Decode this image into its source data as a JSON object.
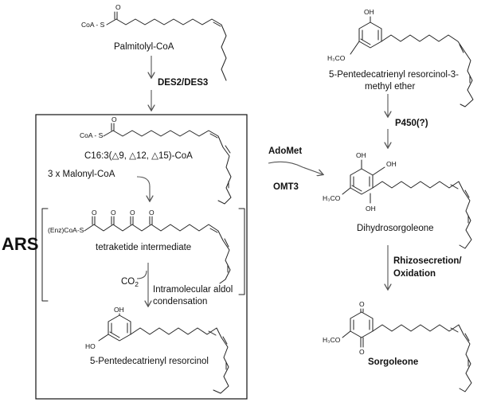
{
  "ars_label": "ARS",
  "compounds": {
    "palmitolyl": "Palmitolyl-CoA",
    "c163": "C16:3(△9, △12, △15)-CoA",
    "tetraketide": "tetraketide intermediate",
    "resorcinol": "5-Pentedecatrienyl resorcinol",
    "methyl_ether_line1": "5-Pentedecatrienyl resorcinol-3-",
    "methyl_ether_line2": "methyl ether",
    "dihydrosorgoleone": "Dihydrosorgoleone",
    "sorgoleone": "Sorgoleone"
  },
  "enzymes": {
    "des": "DES2/DES3",
    "p450": "P450(?)",
    "adomet": "AdoMet",
    "omt3": "OMT3",
    "rhizo_line1": "Rhizosecretion/",
    "rhizo_line2": "Oxidation"
  },
  "steps": {
    "malonyl": "3 x Malonyl-CoA",
    "co2": "CO",
    "co2_sub": "2",
    "aldol_line1": "Intramolecular aldol",
    "aldol_line2": "condensation"
  },
  "atoms": {
    "coa_s": "CoA - S",
    "enz_coa_s": "(Enz)CoA-S",
    "o": "O",
    "oh": "OH",
    "ho": "HO",
    "h3co": "H₃CO"
  }
}
